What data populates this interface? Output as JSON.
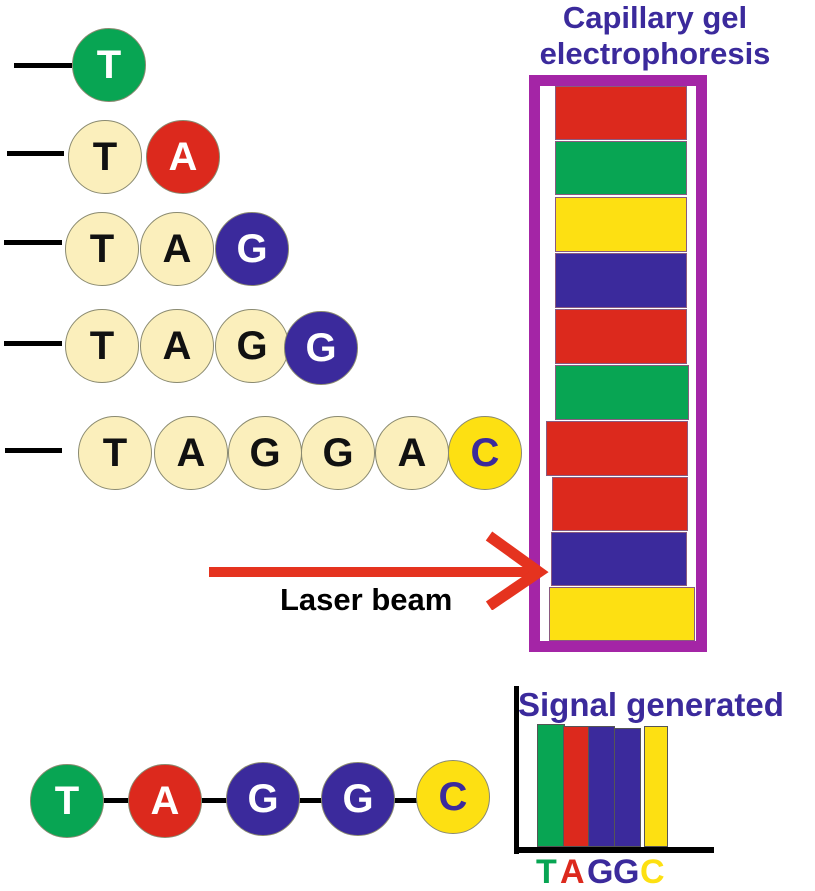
{
  "gel_title_line1": "Capillary gel",
  "gel_title_line2": "electrophoresis",
  "laser_label": "Laser beam",
  "signal_title": "Signal generated",
  "colors": {
    "T": "#08a553",
    "A": "#dc291d",
    "G": "#3b2a9c",
    "C": "#fde012",
    "gel_frame": "#a425a6",
    "title_text": "#3b2a9c",
    "pale_nucleotide": "#fbefbc",
    "laser_arrow": "#e5331f"
  },
  "fragments": [
    {
      "bases": [
        "T"
      ]
    },
    {
      "bases": [
        "T",
        "A"
      ]
    },
    {
      "bases": [
        "T",
        "A",
        "G"
      ]
    },
    {
      "bases": [
        "T",
        "A",
        "G",
        "G"
      ]
    },
    {
      "bases": [
        "T",
        "A",
        "G",
        "G",
        "A",
        "C"
      ]
    }
  ],
  "gel_bands_top_to_bottom": [
    "A",
    "T",
    "C",
    "G",
    "A",
    "T",
    "A",
    "A",
    "G",
    "C"
  ],
  "sequence": [
    "T",
    "A",
    "G",
    "G",
    "C"
  ],
  "signal_letters": [
    "T",
    "A",
    "G",
    "G",
    "C"
  ]
}
